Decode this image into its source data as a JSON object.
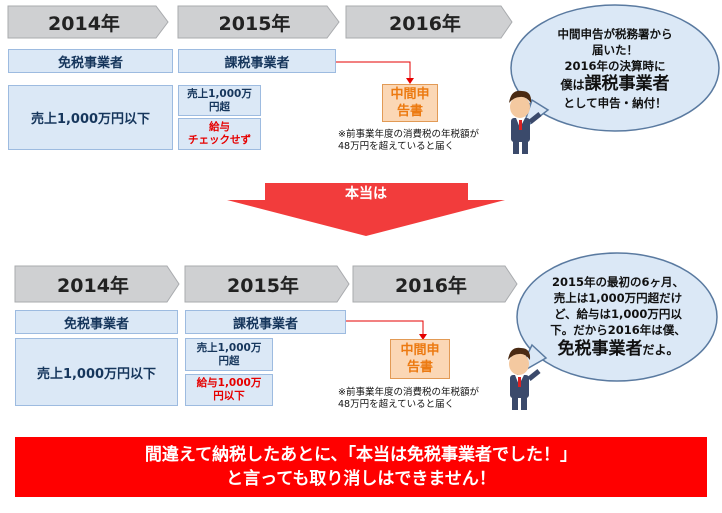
{
  "top": {
    "years": [
      "2014年",
      "2015年",
      "2016年"
    ],
    "exempt": "免税事業者",
    "taxable": "課税事業者",
    "sales_under": "売上1,000万円以下",
    "sales_over": "売上1,000万\n円超",
    "salary": "給与\nチェックせず",
    "interim": "中間申\n告書",
    "note": "※前事業年度の消費税の年税額が\n48万円を超えていると届く",
    "bubble_line1": "中間申告が税務署から\n届いた！\n2016年の決算時に",
    "bubble_line2a": "僕は",
    "bubble_line2b": "課税事業者",
    "bubble_line3": "として申告・納付！"
  },
  "middle": {
    "arrow_label": "本当は"
  },
  "bottom": {
    "years": [
      "2014年",
      "2015年",
      "2016年"
    ],
    "exempt": "免税事業者",
    "taxable": "課税事業者",
    "sales_under": "売上1,000万円以下",
    "sales_over": "売上1,000万\n円超",
    "salary": "給与1,000万\n円以下",
    "interim": "中間申\n告書",
    "note": "※前事業年度の消費税の年税額が\n48万円を超えていると届く",
    "bubble_line1": "2015年の最初の6ヶ月、\n売上は1,000万円超だけ\nど、給与は1,000万円以\n下。だから2016年は僕、",
    "bubble_line2a": "免税事業者",
    "bubble_line2b": "だよ。"
  },
  "banner": {
    "line1": "間違えて納税したあとに、「本当は免税事業者でした！」",
    "line2": "と言っても取り消しはできません！"
  },
  "colors": {
    "banner_red": "#ff0000",
    "arrow_red": "#f23c3c",
    "orange": "#ec7a11",
    "year_gray": "#cfd0d2",
    "box_blue": "#dbe8f6"
  }
}
